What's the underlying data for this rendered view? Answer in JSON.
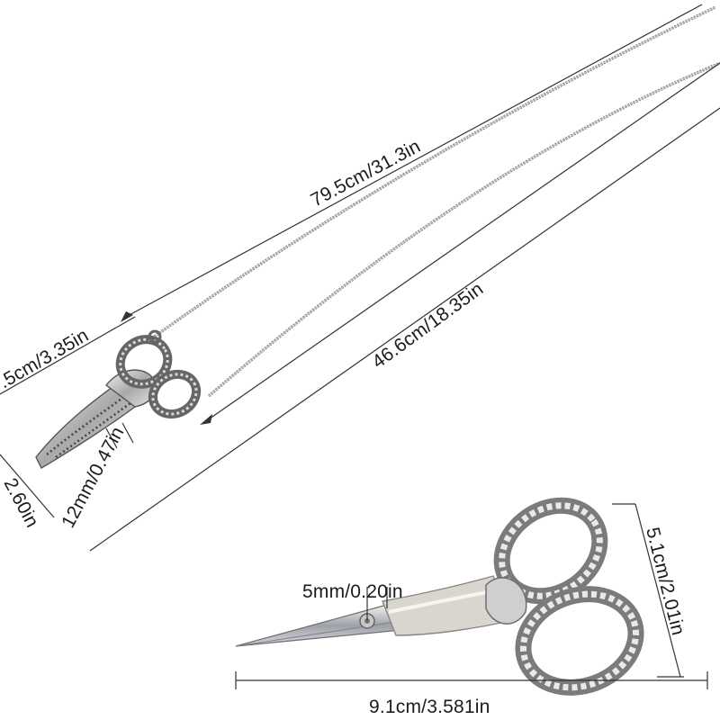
{
  "labels": {
    "chain_total": "79.5cm/31.3in",
    "chain_drop": "46.6cm/18.35in",
    "pendant_length": ".5cm/3.35in",
    "pendant_width": "2.60in",
    "pendant_blade": "12mm/0.47in",
    "scissors_blade": "5mm/0.20in",
    "scissors_height": "5.1cm/2.01in",
    "scissors_length": "9.1cm/3.581in"
  },
  "colors": {
    "line": "#333333",
    "silver_dark": "#6d6d6d",
    "silver_light": "#e6e6e6",
    "blade": "#b9bcc0"
  }
}
